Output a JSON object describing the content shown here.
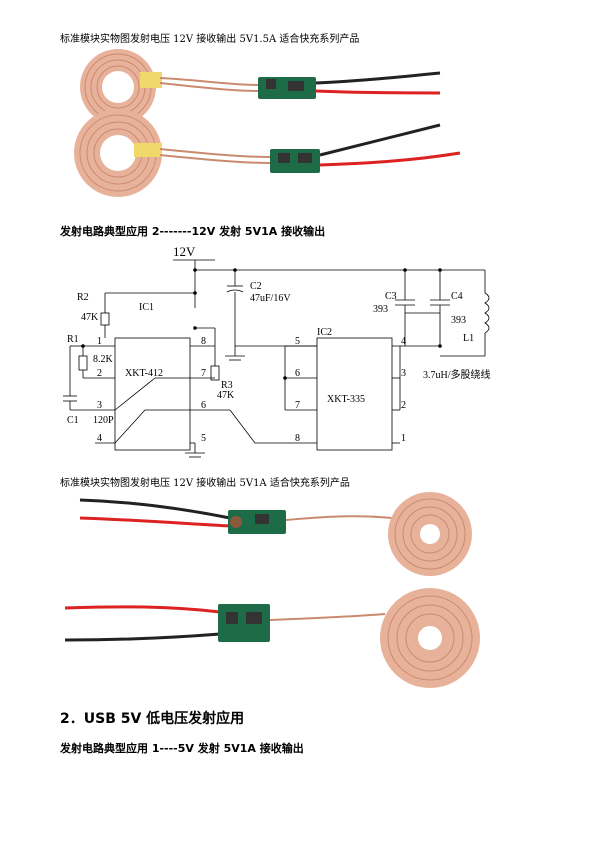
{
  "captions": {
    "top": "标准模块实物图发射电压 12V 接收输出 5V1.5A 适合快充系列产品",
    "middle": "标准模块实物图发射电压 12V 接收输出 5V1A 适合快充系列产品"
  },
  "headings": {
    "circuit1": "发射电路典型应用 2-------12V 发射 5V1A 接收输出",
    "section2": "2．USB 5V 低电压发射应用",
    "circuit2": "发射电路典型应用 1----5V 发射 5V1A 接收输出"
  },
  "schematic": {
    "supply": "12V",
    "ic1": "IC1",
    "ic1_part": "XKT-412",
    "ic2": "IC2",
    "ic2_part": "XKT-335",
    "r1": "R1",
    "r1_val": "8.2K",
    "r2": "R2",
    "r2_val": "47K",
    "r3": "R3",
    "r3_val": "47K",
    "c1": "C1",
    "c1_val": "120P",
    "c2": "C2",
    "c2_val": "47uF/16V",
    "c3": "C3",
    "c3_val": "393",
    "c4": "C4",
    "c4_val": "393",
    "l1": "L1",
    "l1_val": "3.7uH/多股绕线",
    "ic1_pins": [
      "1",
      "2",
      "3",
      "4",
      "8",
      "7",
      "6",
      "5"
    ],
    "ic2_pins": [
      "5",
      "6",
      "7",
      "8",
      "4",
      "3",
      "2",
      "1"
    ]
  }
}
